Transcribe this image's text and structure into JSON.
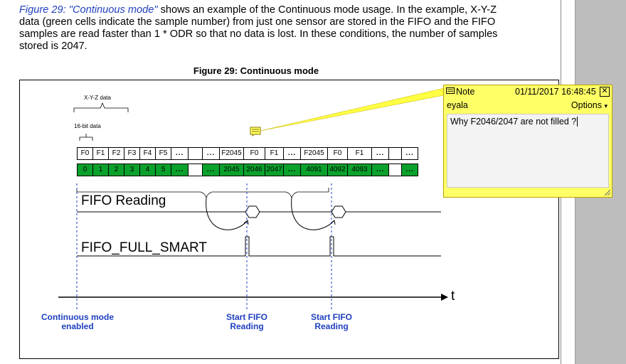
{
  "paragraph": {
    "ref": "Figure 29: \"Continuous mode\"",
    "text": " shows an example of the Continuous mode usage. In the example, X-Y-Z data (green cells indicate the sample number) from just one sensor are stored in the FIFO and the FIFO samples are read faster than 1 * ODR so that no data is lost. In these conditions, the number of samples stored is 2047."
  },
  "figure": {
    "caption": "Figure 29: Continuous mode",
    "xyz_label": "X-Y-Z data",
    "bit_label": "16-bit data",
    "header_cells": [
      "F0",
      "F1",
      "F2",
      "F3",
      "F4",
      "F5",
      "...",
      "",
      "...",
      "F2045",
      "F0",
      "F1",
      "...",
      "F2045",
      "F0",
      "F1",
      "...",
      "",
      "..."
    ],
    "data_cells": [
      "0",
      "1",
      "2",
      "3",
      "4",
      "5",
      "...",
      "",
      "...",
      "2045",
      "2046",
      "2047",
      "...",
      "4091",
      "4092",
      "4093",
      "...",
      "",
      "..."
    ],
    "fifo_reading": "FIFO Reading",
    "fifo_full_smart": "FIFO_FULL_SMART",
    "t_label": "t",
    "marker1": "Continuous mode\nenabled",
    "marker2": "Start FIFO\nReading",
    "marker3": "Start FIFO\nReading"
  },
  "note": {
    "title": "Note",
    "date": "01/11/2017 16:48:45",
    "author": "eyala",
    "options": "Options",
    "body": "Why F2046/2047 are not filled ?",
    "close": "✕"
  },
  "colors": {
    "accent_blue": "#1f3fbf",
    "green_cell": "#0aa12c",
    "note_yellow": "#ffff66"
  }
}
